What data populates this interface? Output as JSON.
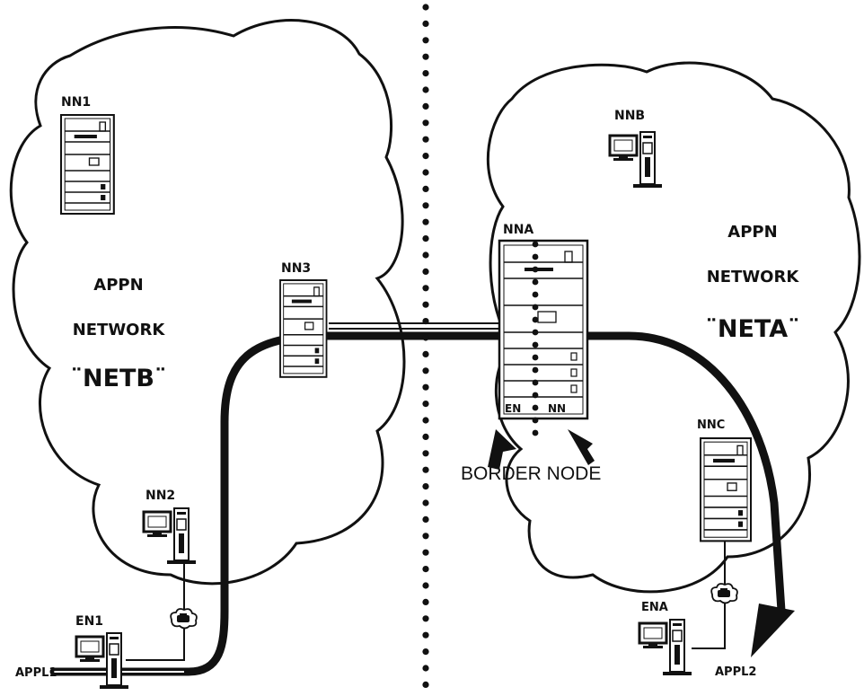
{
  "networks": {
    "left": {
      "line1": "APPN",
      "line2": "NETWORK",
      "name": "¨NETB¨"
    },
    "right": {
      "line1": "APPN",
      "line2": "NETWORK",
      "name": "¨NETA¨"
    }
  },
  "nodes": {
    "nn1": "NN1",
    "nn2": "NN2",
    "nn3": "NN3",
    "en1": "EN1",
    "nnb": "NNB",
    "nna": "NNA",
    "nnc": "NNC",
    "ena": "ENA"
  },
  "nna_ports": {
    "en": "EN",
    "nn": "NN"
  },
  "applications": {
    "appl1": "APPL1",
    "appl2": "APPL2"
  },
  "border_label": "BORDER NODE",
  "colors": {
    "ink": "#111111",
    "background": "#ffffff"
  }
}
